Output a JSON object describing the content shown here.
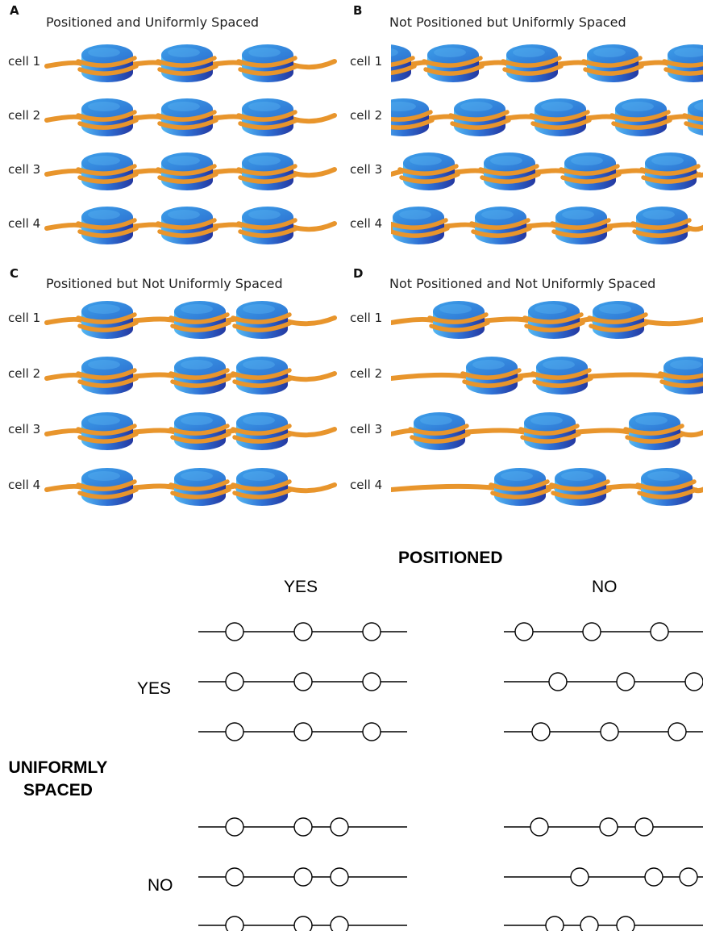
{
  "panels": [
    {
      "letter": "A",
      "title": "Positioned and Uniformly Spaced",
      "cells": [
        "cell 1",
        "cell 2",
        "cell 3",
        "cell 4"
      ]
    },
    {
      "letter": "B",
      "title": "Not Positioned but Uniformly Spaced",
      "cells": [
        "cell 1",
        "cell 2",
        "cell 3",
        "cell 4"
      ]
    },
    {
      "letter": "C",
      "title": "Positioned but Not Uniformly Spaced",
      "cells": [
        "cell 1",
        "cell 2",
        "cell 3",
        "cell 4"
      ]
    },
    {
      "letter": "D",
      "title": "Not Positioned and Not Uniformly Spaced",
      "cells": [
        "cell 1",
        "cell 2",
        "cell 3",
        "cell 4"
      ]
    }
  ],
  "schematic": {
    "column_header": "POSITIONED",
    "column_values": [
      "YES",
      "NO"
    ],
    "row_header_line1": "UNIFORMLY",
    "row_header_line2": "SPACED",
    "row_values": [
      "YES",
      "NO"
    ]
  },
  "colors": {
    "dna": "#e8952c",
    "histone_top": "#3f8fe0",
    "histone_side": "#2a55b8",
    "histone_light": "#5bb6f0",
    "line": "#000000"
  }
}
